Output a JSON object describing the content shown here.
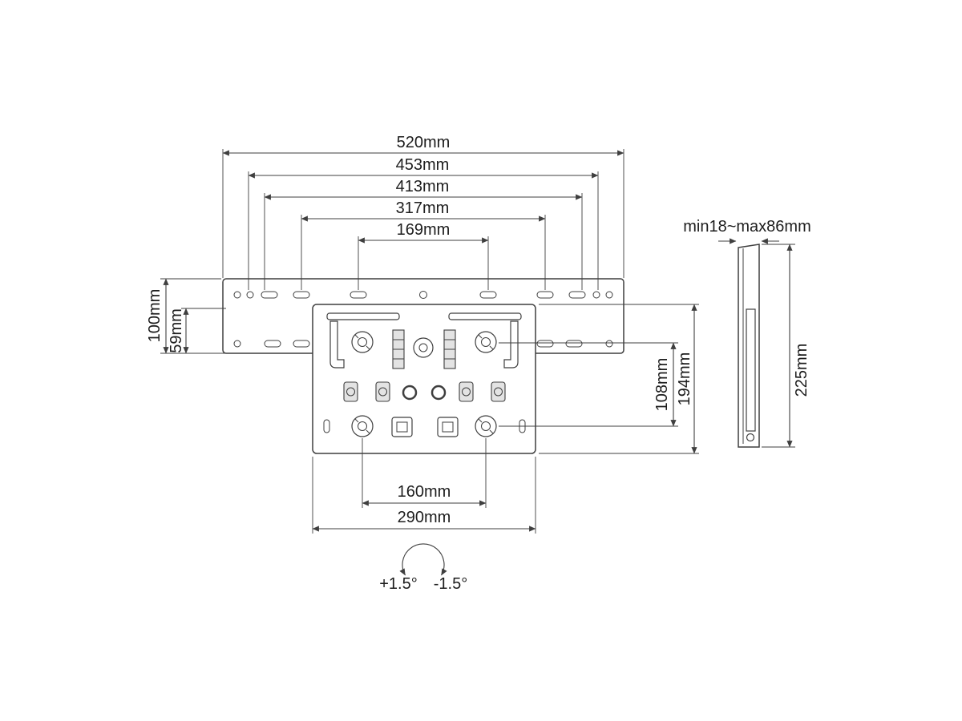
{
  "colors": {
    "line": "#3f3f3f",
    "text": "#1d1d1d",
    "background": "#ffffff"
  },
  "front_view": {
    "horizontal_top": [
      {
        "label": "520mm"
      },
      {
        "label": "453mm"
      },
      {
        "label": "413mm"
      },
      {
        "label": "317mm"
      },
      {
        "label": "169mm"
      }
    ],
    "vertical_left": [
      {
        "label": "100mm"
      },
      {
        "label": "59mm"
      }
    ],
    "vertical_right": [
      {
        "label": "108mm"
      },
      {
        "label": "194mm"
      }
    ],
    "horizontal_bottom": [
      {
        "label": "160mm"
      },
      {
        "label": "290mm"
      }
    ],
    "tilt": {
      "positive": "+1.5°",
      "negative": "-1.5°"
    }
  },
  "side_view": {
    "depth_range": "min18~max86mm",
    "height_label": "225mm"
  }
}
